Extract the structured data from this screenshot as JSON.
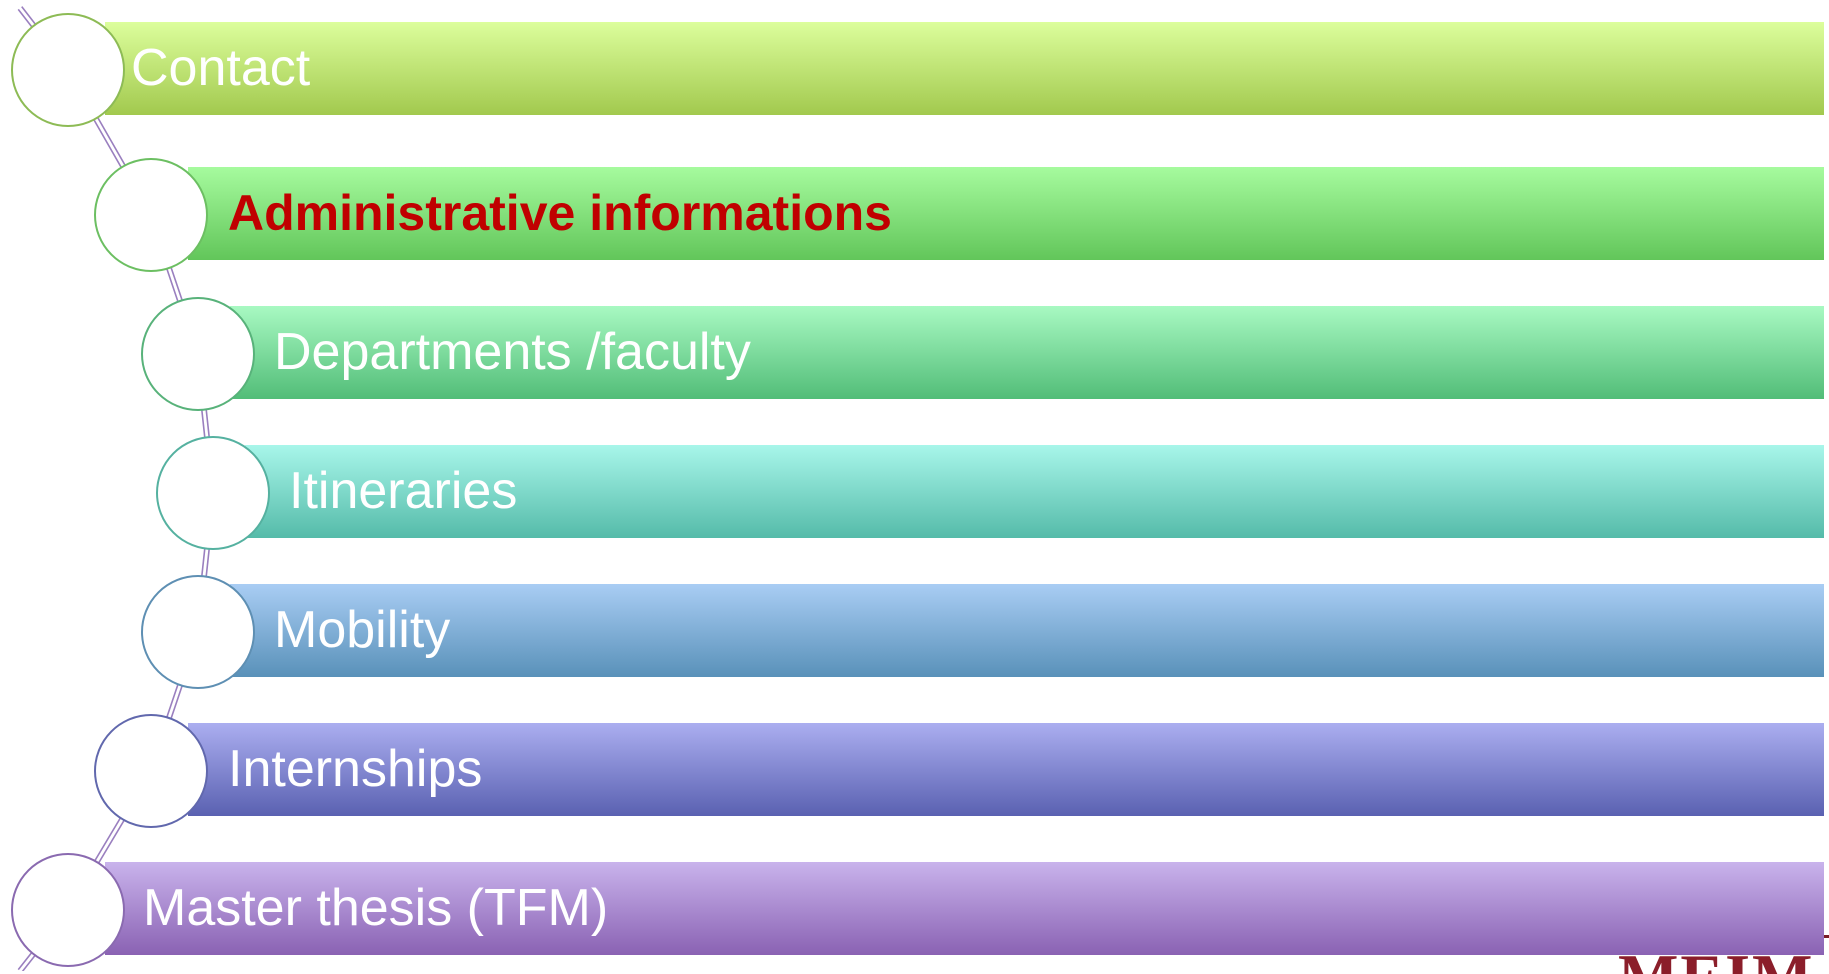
{
  "items": [
    {
      "label": "Contact",
      "color_top": "#dcfe9c",
      "color_bottom": "#a2c94e",
      "border": "#8dbb55"
    },
    {
      "label": "Administrative informations",
      "color_top": "#a6fb9e",
      "color_bottom": "#62c65a",
      "border": "#6cbf62",
      "active": true
    },
    {
      "label": "Departments /faculty",
      "color_top": "#a8f9c2",
      "color_bottom": "#52bd78",
      "border": "#58b27a"
    },
    {
      "label": "Itineraries",
      "color_top": "#a8f6ea",
      "color_bottom": "#55bba9",
      "border": "#55b1a0"
    },
    {
      "label": "Mobility",
      "color_top": "#a9cdf4",
      "color_bottom": "#5991b9",
      "border": "#5e8fb3"
    },
    {
      "label": "Internships",
      "color_top": "#abaef0",
      "color_bottom": "#5a61b1",
      "border": "#6168ad"
    },
    {
      "label": "Master thesis (TFM)",
      "color_top": "#c9b3ec",
      "color_bottom": "#8a62b3",
      "border": "#8a6ab0"
    }
  ],
  "active_label_color": "#c00000",
  "logo": {
    "text": "MEIM",
    "color": "#8b1e2a"
  }
}
